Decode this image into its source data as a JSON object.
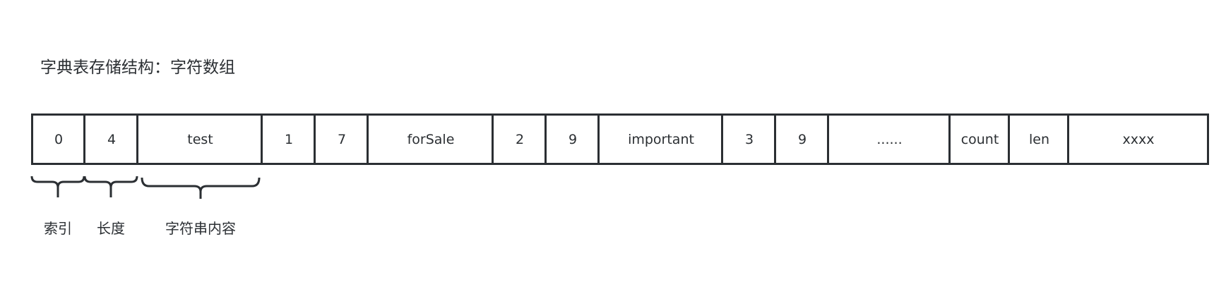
{
  "title": "字典表存储结构：字符数组",
  "cells": [
    "0",
    "4",
    "test",
    "1",
    "7",
    "forSale",
    "2",
    "9",
    "important",
    "3",
    "9",
    "......",
    "count",
    "len",
    "xxxx"
  ],
  "braces": [
    {
      "label": "索引"
    },
    {
      "label": "长度"
    },
    {
      "label": "字符串内容"
    }
  ],
  "colors": {
    "stroke": "#2b2f33",
    "text": "#2b2f33",
    "background": "#ffffff"
  }
}
